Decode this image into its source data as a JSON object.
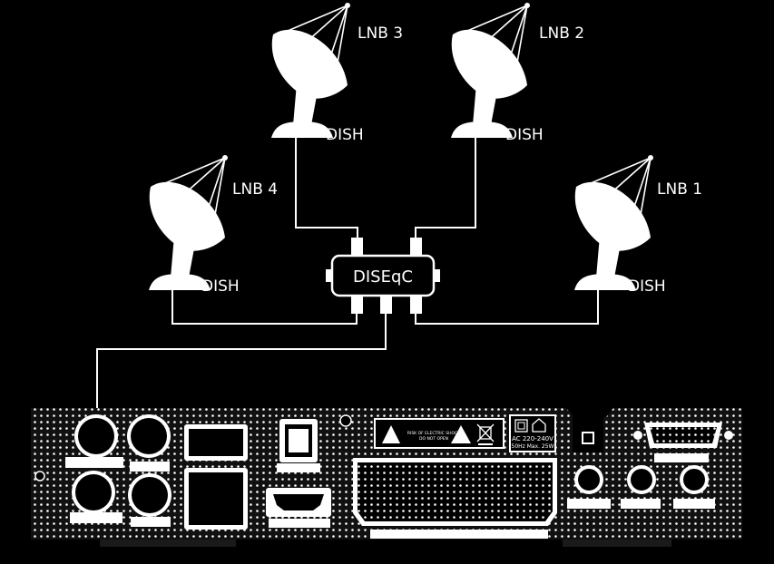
{
  "diagram": {
    "dishes": [
      {
        "id": "lnb3",
        "lnb_label": "LNB 3",
        "dish_label": "DISH"
      },
      {
        "id": "lnb2",
        "lnb_label": "LNB 2",
        "dish_label": "DISH"
      },
      {
        "id": "lnb4",
        "lnb_label": "LNB 4",
        "dish_label": "DISH"
      },
      {
        "id": "lnb1",
        "lnb_label": "LNB 1",
        "dish_label": "DISH"
      }
    ],
    "switch_label": "DISEqC",
    "receiver": {
      "warning_text_line1": "RISK OF ELECTRIC SHOCK",
      "warning_text_line2": "DO NOT OPEN",
      "power_rating_line1": "AC 220-240V",
      "power_rating_line2": "50Hz Max. 25W"
    },
    "colors": {
      "background": "#000000",
      "foreground": "#ffffff"
    }
  }
}
